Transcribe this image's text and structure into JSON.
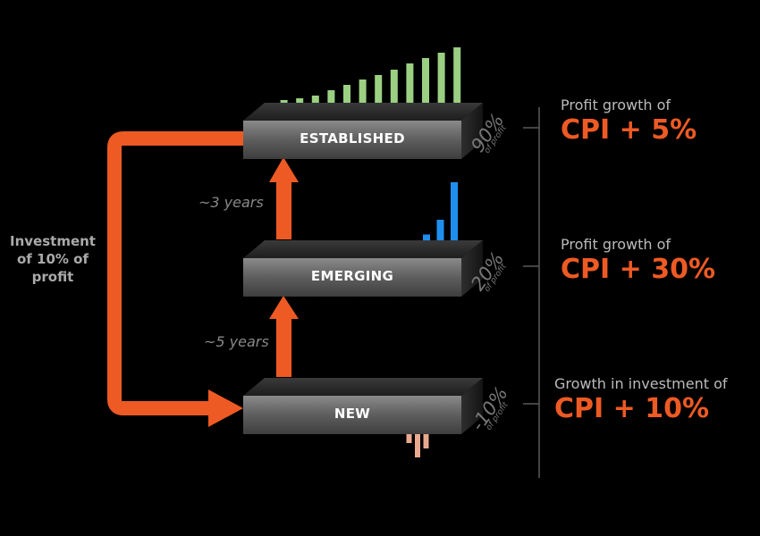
{
  "colors": {
    "background": "#000000",
    "arrow": "#ee5a24",
    "accent_text": "#ee5a24",
    "established_bars": "#9bd082",
    "emerging_bars": "#1e8ff0",
    "new_bars": "#e9a98f"
  },
  "investment_label": "Investment of 10% of profit",
  "tiers": [
    {
      "id": "established",
      "name": "ESTABLISHED",
      "share_main": "90%",
      "share_sub": "of profit",
      "growth_title": "Profit growth of",
      "growth_value": "CPI + 5%"
    },
    {
      "id": "emerging",
      "name": "EMERGING",
      "share_main": "20%",
      "share_sub": "of profit",
      "growth_title": "Profit growth of",
      "growth_value": "CPI + 30%"
    },
    {
      "id": "new",
      "name": "NEW",
      "share_main": "-10%",
      "share_sub": "of profit",
      "growth_title": "Growth in investment of",
      "growth_value": "CPI + 10%"
    }
  ],
  "transitions": [
    {
      "label": "~3 years"
    },
    {
      "label": "~5 years"
    }
  ],
  "bar_series": {
    "established": [
      13,
      16,
      18,
      21,
      27,
      33,
      39,
      44,
      50,
      57,
      63,
      69,
      75
    ],
    "emerging": [
      0.5,
      1.5,
      3,
      7,
      13,
      24,
      52
    ],
    "new": [
      0.5,
      0.5,
      0.5,
      0.5,
      0.5,
      0.5,
      0.5,
      -10,
      -26,
      -16,
      9
    ]
  }
}
